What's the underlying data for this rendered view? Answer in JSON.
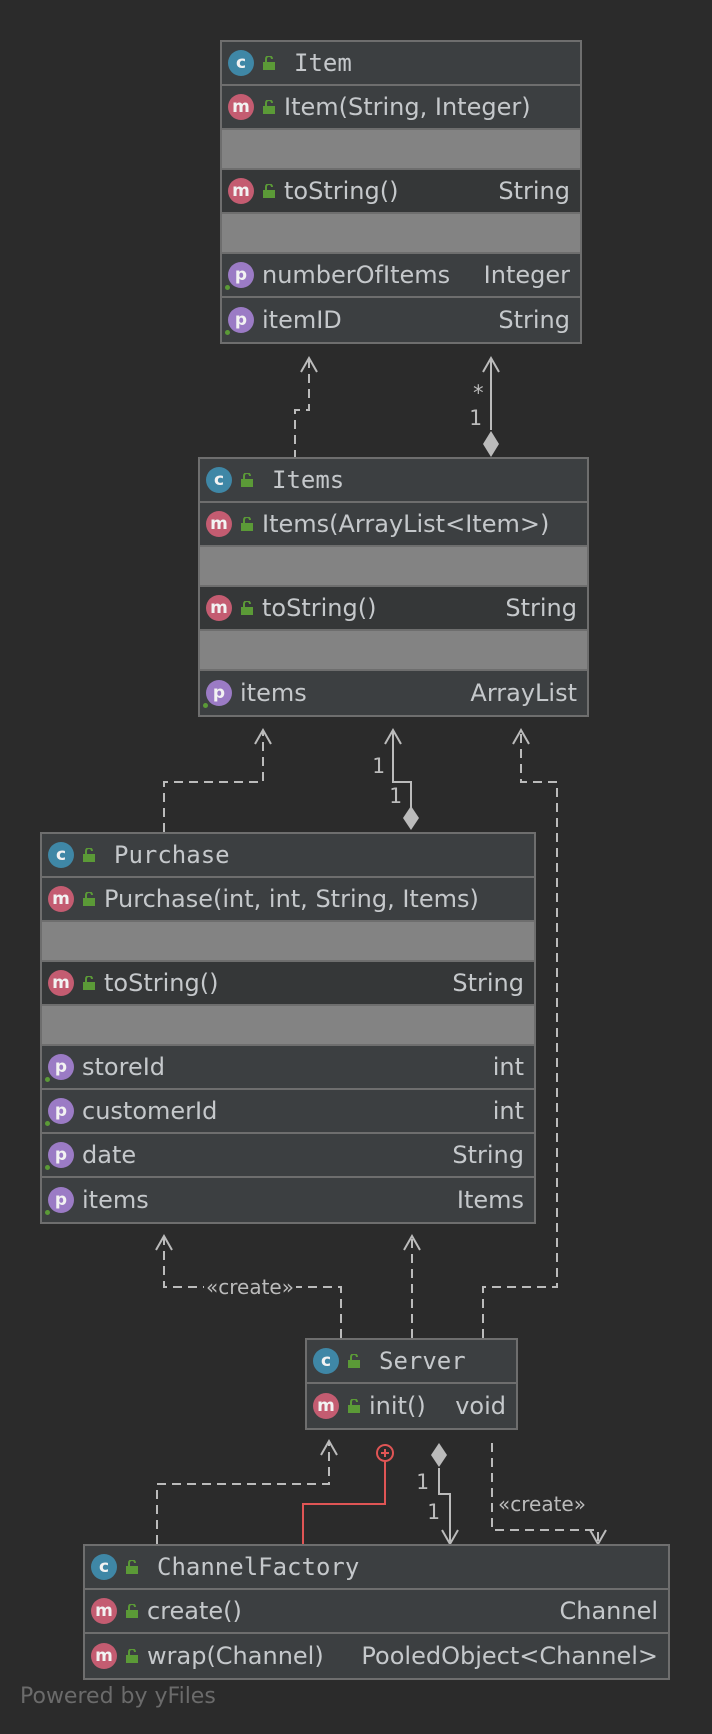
{
  "classes": {
    "item": {
      "name": "Item",
      "constructor": "Item(String, Integer)",
      "method_name": "toString()",
      "method_type": "String",
      "props": [
        {
          "name": "numberOfItems",
          "type": "Integer"
        },
        {
          "name": "itemID",
          "type": "String"
        }
      ]
    },
    "items": {
      "name": "Items",
      "constructor": "Items(ArrayList<Item>)",
      "method_name": "toString()",
      "method_type": "String",
      "props": [
        {
          "name": "items",
          "type": "ArrayList"
        }
      ]
    },
    "purchase": {
      "name": "Purchase",
      "constructor": "Purchase(int, int, String, Items)",
      "method_name": "toString()",
      "method_type": "String",
      "props": [
        {
          "name": "storeId",
          "type": "int"
        },
        {
          "name": "customerId",
          "type": "int"
        },
        {
          "name": "date",
          "type": "String"
        },
        {
          "name": "items",
          "type": "Items"
        }
      ]
    },
    "server": {
      "name": "Server",
      "method_name": "init()",
      "method_type": "void"
    },
    "channel_factory": {
      "name": "ChannelFactory",
      "methods": [
        {
          "name": "create()",
          "type": "Channel"
        },
        {
          "name": "wrap(Channel)",
          "type": "PooledObject<Channel>"
        }
      ]
    }
  },
  "badges": {
    "class": "c",
    "method": "m",
    "property": "p"
  },
  "edge_labels": {
    "item_items_star": "*",
    "item_items_one": "1",
    "items_purchase_one_a": "1",
    "items_purchase_one_b": "1",
    "server_cf_one_a": "1",
    "server_cf_one_b": "1",
    "create_purchase": "«create»",
    "create_cf": "«create»"
  },
  "footer": "Powered by yFiles",
  "colors": {
    "background": "#2b2b2b",
    "box": "#3c3f41",
    "border": "#6e6e6e",
    "empty_section": "#838383",
    "class_badge": "#3f87a6",
    "method_badge": "#c45c71",
    "property_badge": "#9b7bc5",
    "public_lock": "#5b9a37",
    "inner_class_link": "#e05555",
    "edge": "#bbbbbb"
  }
}
